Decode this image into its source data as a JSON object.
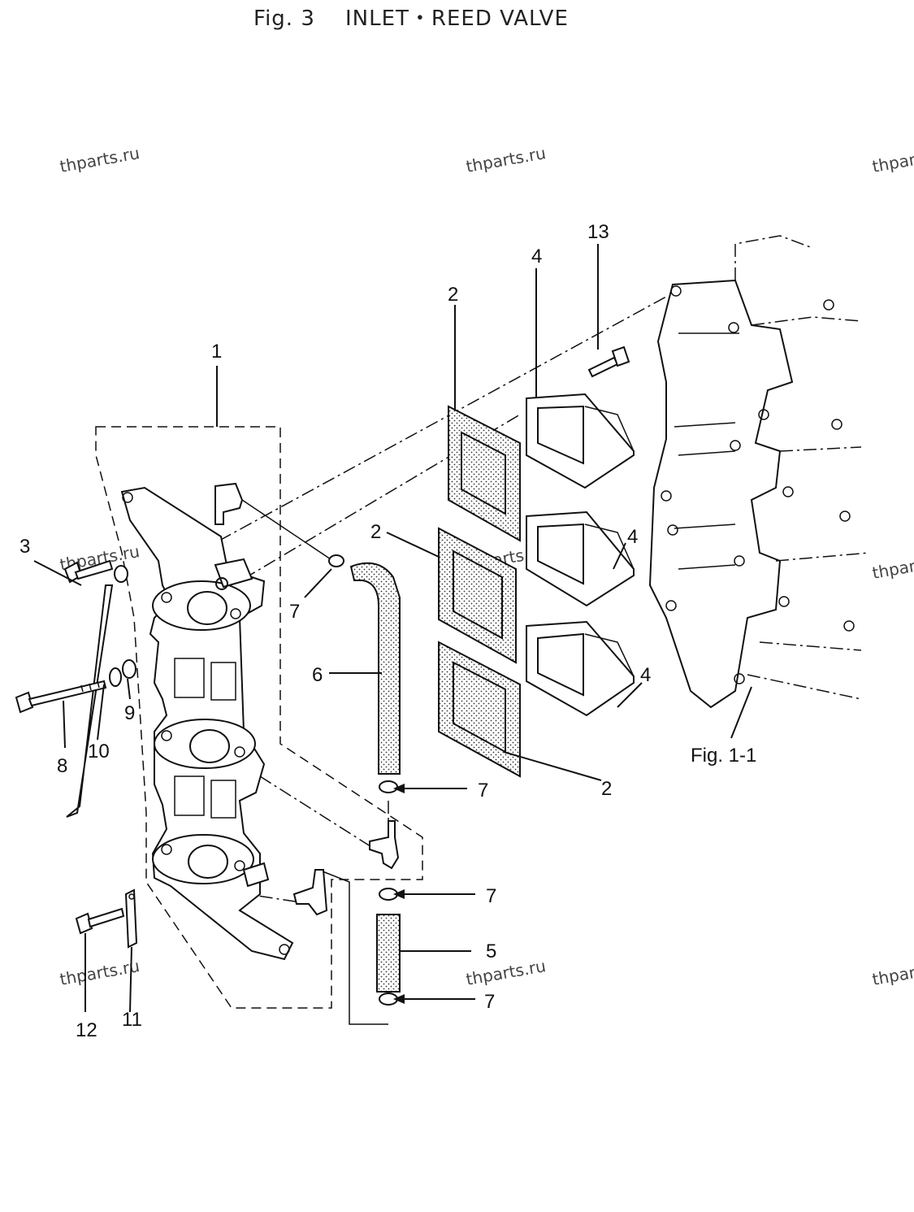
{
  "figure": {
    "fig_label": "Fig. 3",
    "title": "INLET・REED VALVE",
    "reference": "Fig. 1-1"
  },
  "watermark": "thparts.ru",
  "callouts": {
    "c1": "1",
    "c2a": "2",
    "c2b": "2",
    "c2c": "2",
    "c3": "3",
    "c4a": "4",
    "c4b": "4",
    "c4c": "4",
    "c5": "5",
    "c6": "6",
    "c7a": "7",
    "c7b": "7",
    "c7c": "7",
    "c7d": "7",
    "c8": "8",
    "c9": "9",
    "c10": "10",
    "c11": "11",
    "c12": "12",
    "c13": "13"
  }
}
